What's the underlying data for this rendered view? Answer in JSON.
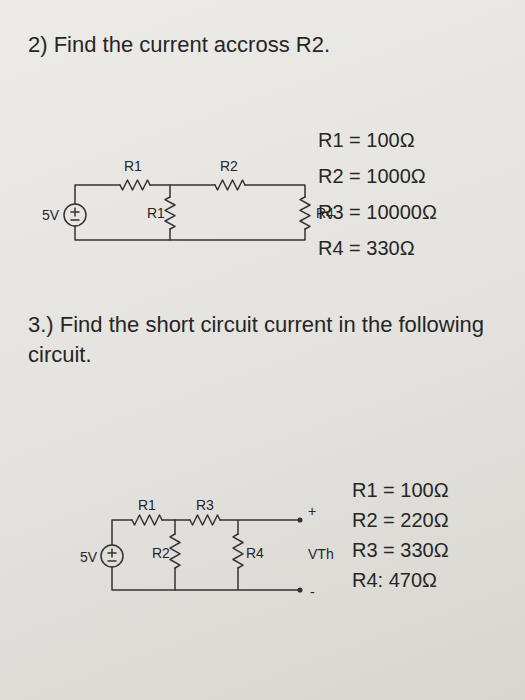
{
  "diagram": {
    "labels": [
      "2) Find the current accross R2.",
      "R1",
      "R2",
      "5V",
      "R1",
      "R4",
      "R1 = 100Ω",
      "R2 = 1000Ω",
      "R3 = 10000Ω",
      "R4 = 330Ω",
      "3.) Find the short circuit current in the following circuit.",
      "R1",
      "R3",
      "5V",
      "R2",
      "R4",
      "VTh",
      "+",
      "-",
      "R1 = 100Ω",
      "R2 = 220Ω",
      "R3 = 330Ω",
      "R4: 470Ω"
    ]
  }
}
